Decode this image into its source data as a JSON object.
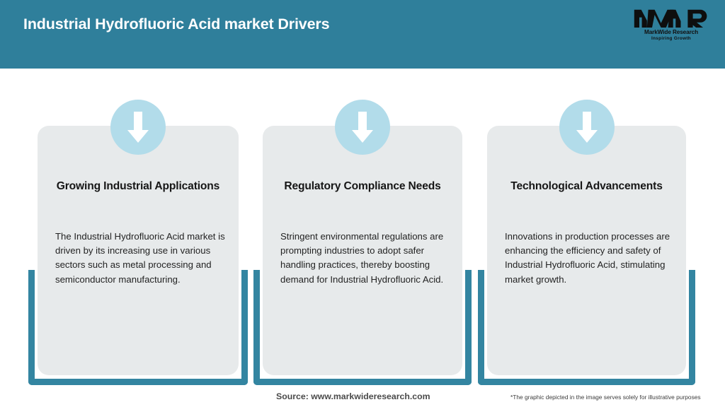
{
  "header": {
    "title": "Industrial Hydrofluoric Acid market Drivers",
    "background_color": "#2F7F9B",
    "title_color": "#FFFFFF",
    "logo": {
      "mark": "MWR",
      "name": "MarkWide Research",
      "tagline": "Inspiring Growth"
    }
  },
  "theme": {
    "accent_teal": "#3385A1",
    "card_background": "#E7EAEB",
    "icon_circle": "#B2DCEA",
    "arrow_color": "#FFFFFF"
  },
  "cards": [
    {
      "icon": "arrow-down-icon",
      "title": "Growing Industrial Applications",
      "body": "The Industrial Hydrofluoric Acid market is driven by its increasing use in various sectors such as metal processing and semiconductor manufacturing."
    },
    {
      "icon": "arrow-down-icon",
      "title": "Regulatory Compliance Needs",
      "body": "Stringent environmental regulations are prompting industries to adopt safer handling practices, thereby boosting demand for Industrial Hydrofluoric Acid."
    },
    {
      "icon": "arrow-down-icon",
      "title": "Technological Advancements",
      "body": "Innovations in production processes are enhancing the efficiency and safety of Industrial Hydrofluoric Acid, stimulating market growth."
    }
  ],
  "footer": {
    "source": "Source: www.markwideresearch.com",
    "disclaimer": "*The graphic depicted in the image serves solely for illustrative purposes"
  }
}
